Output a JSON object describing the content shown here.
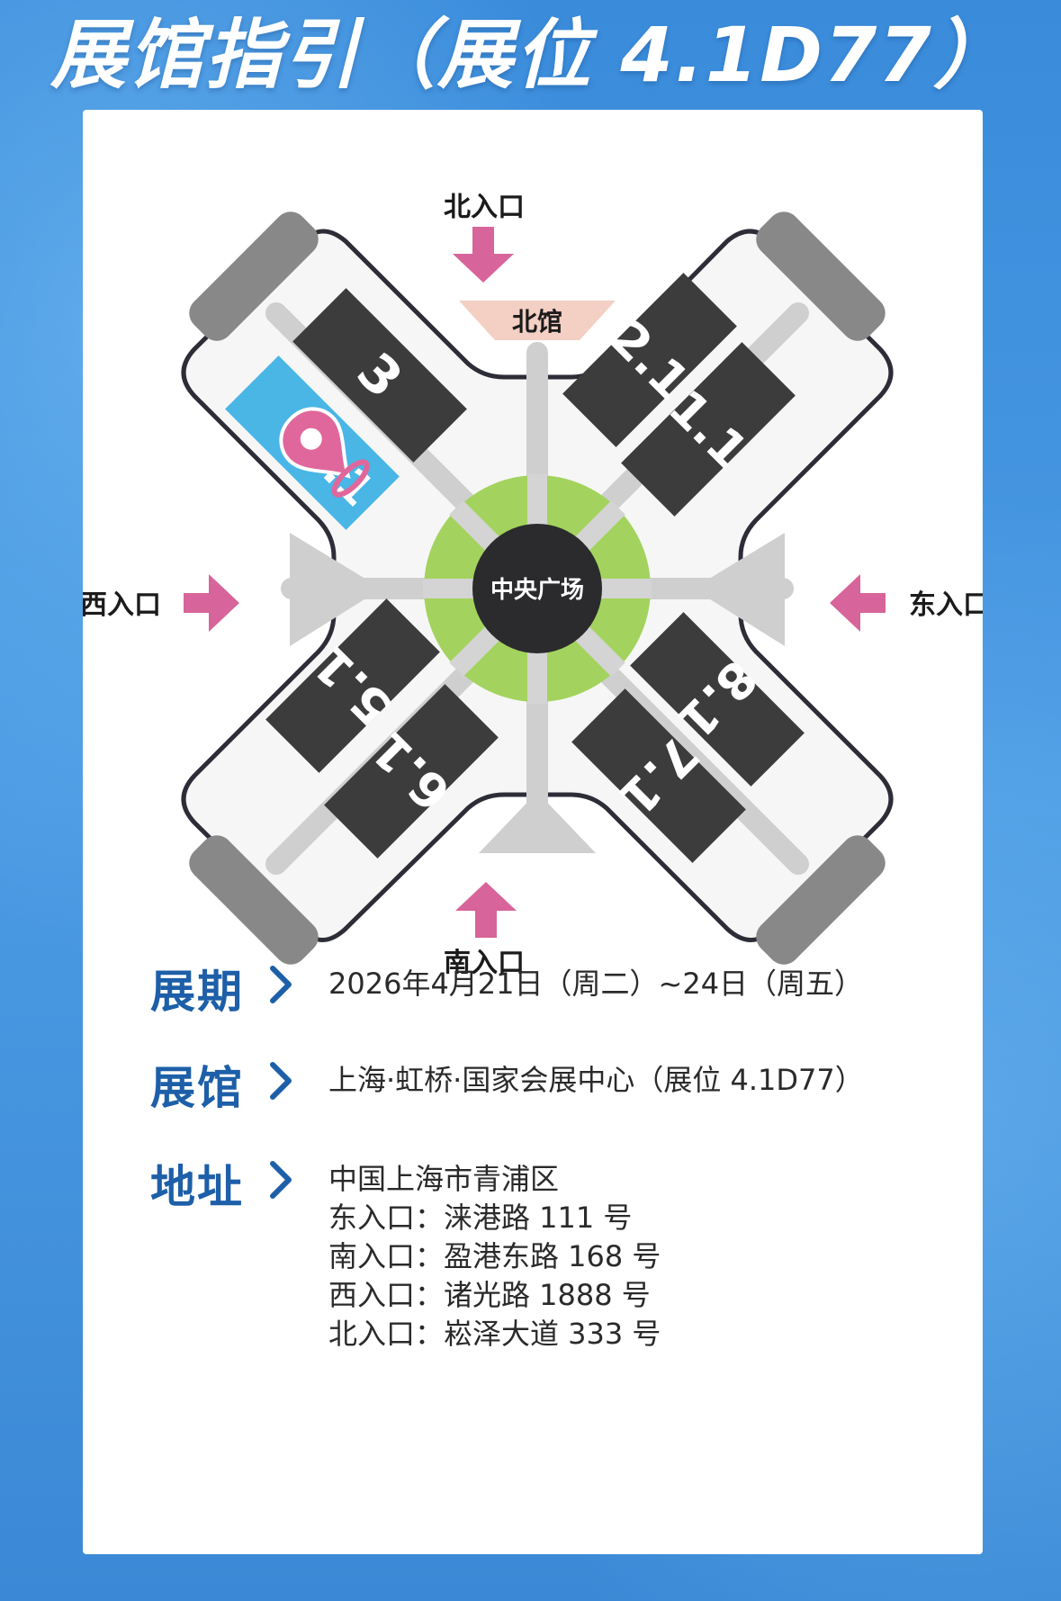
{
  "title": "展馆指引（展位 4.1D77）",
  "map": {
    "entrances": {
      "north": "北入口",
      "south": "南入口",
      "west": "西入口",
      "east": "东入口"
    },
    "north_hall": "北馆",
    "central_plaza": "中央广场",
    "halls": [
      "3",
      "4.1",
      "2.1",
      "1.1",
      "5.1",
      "6.1",
      "7.1",
      "8.1"
    ],
    "highlighted_hall": "4.1",
    "colors": {
      "hall": "#3c3c3c",
      "highlight": "#49b6e6",
      "pin": "#e0679b",
      "plaza_ring": "#9fd05c",
      "arrow": "#d7649a",
      "north_hall": "#f3cfc4"
    }
  },
  "info": {
    "dates_label": "展期",
    "dates_value": "2026年4月21日（周二）~24日（周五）",
    "venue_label": "展馆",
    "venue_value": "上海·虹桥·国家会展中心（展位 4.1D77）",
    "address_label": "地址",
    "address_lines": [
      "中国上海市青浦区",
      "东入口：涞港路 111 号",
      "南入口：盈港东路 168 号",
      "西入口：诸光路 1888 号",
      "北入口：崧泽大道 333 号"
    ]
  }
}
